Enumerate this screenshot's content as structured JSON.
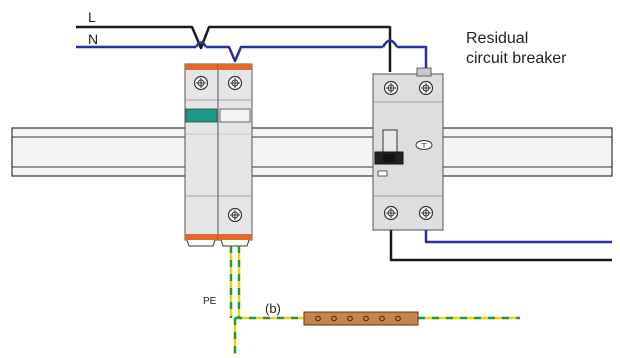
{
  "labels": {
    "line": "L",
    "neutral": "N",
    "breaker_line1": "Residual",
    "breaker_line2": "circuit breaker",
    "pe": "PE",
    "branch": "(b)"
  },
  "icons": {
    "terminal": "terminal-screw-icon",
    "test_button": "test-button-icon",
    "toggle_lever": "toggle-lever-icon"
  },
  "colors": {
    "line": "#1a1a1a",
    "neutral": "#2b2f9e",
    "pe_green": "#1f9a3a",
    "pe_yellow": "#f0d400",
    "spd_housing": "#e4e6e8",
    "spd_cap": "#e06a2e",
    "spd_window_active": "#1a9a86",
    "breaker_housing": "#dcdee0",
    "earth_bar": "#c9824a",
    "rail": "#f4f4f4"
  }
}
